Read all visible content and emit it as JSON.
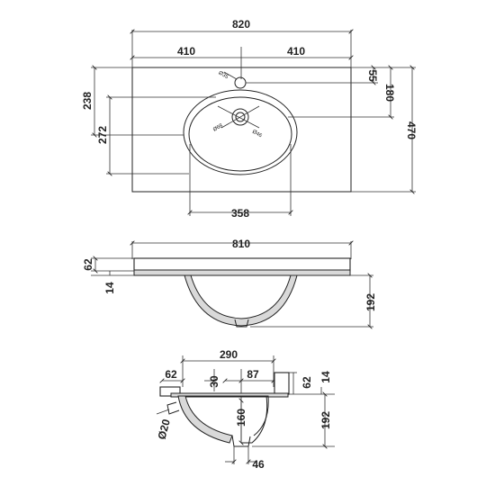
{
  "plan_view": {
    "overall_width": "820",
    "left_half": "410",
    "right_half": "410",
    "tap_hole_dia": "Ø35",
    "tap_offset": "55",
    "bowl_center_from_back": "180",
    "bowl_top_from_back": "238",
    "bowl_depth": "272",
    "overall_depth": "470",
    "bowl_width": "358",
    "waste_inner_dia": "Ø46",
    "waste_outer_dia": "Ø68"
  },
  "front_view": {
    "rim_width": "810",
    "rim_height": "62",
    "lip": "14",
    "bowl_height": "192"
  },
  "side_view": {
    "bowl_width": "290",
    "rim_left": "62",
    "gap": "30",
    "offset": "87",
    "rim_right": "62",
    "lip": "14",
    "depth_to_waste": "160",
    "total_height": "192",
    "overflow_dia": "Ø20",
    "waste_width": "46"
  }
}
